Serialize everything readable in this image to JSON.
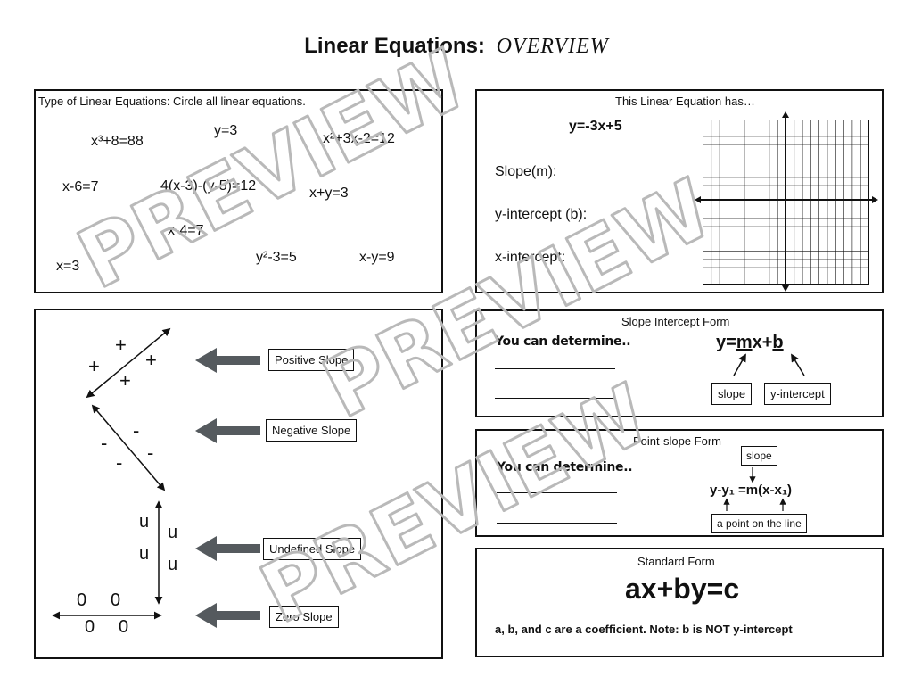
{
  "title": {
    "main": "Linear Equations:",
    "sub": "OVERVIEW"
  },
  "types_box": {
    "header": "Type of Linear Equations: Circle all linear equations.",
    "equations": [
      "x³+8=88",
      "y=3",
      "x²+3x-2=12",
      "x-6=7",
      "4(x-3)-(y-5)=12",
      "x+y=3",
      "x-4=7",
      "x=3",
      "y²-3=5",
      "x-y=9"
    ]
  },
  "has_box": {
    "header": "This Linear Equation has…",
    "equation": "y=-3x+5",
    "fields": [
      "Slope(m):",
      "y-intercept (b):",
      "x-intercept:"
    ]
  },
  "slopes_box": {
    "positive": {
      "label": "Positive Slope",
      "marks": [
        "+",
        "+",
        "+",
        "+"
      ]
    },
    "negative": {
      "label": "Negative Slope",
      "marks": [
        "-",
        "-",
        "-",
        "-"
      ]
    },
    "undefined": {
      "label": "Undefined Slope",
      "marks": [
        "u",
        "u",
        "u",
        "u"
      ]
    },
    "zero": {
      "label": "Zero Slope",
      "marks": [
        "0",
        "0",
        "0",
        "0"
      ]
    }
  },
  "slope_intercept": {
    "header": "Slope Intercept Form",
    "prompt": "You can determine..",
    "formula": {
      "lhs": "y=",
      "m": "m",
      "x": "x+",
      "b": "b"
    },
    "labels": [
      "slope",
      "y-intercept"
    ]
  },
  "point_slope": {
    "header": "Point-slope Form",
    "prompt": "You can determine..",
    "formula": "y-y₁ =m(x-x₁)",
    "labels": [
      "slope",
      "a point on the line"
    ]
  },
  "standard": {
    "header": "Standard Form",
    "formula": "ax+by=c",
    "note": "a, b, and c are a coefficient. Note: b is NOT y-intercept"
  },
  "watermark": {
    "text": "PREVIEW"
  },
  "colors": {
    "arrow": "#555a5e",
    "watermark_stroke": "#b9b9b9",
    "ink": "#111111"
  }
}
